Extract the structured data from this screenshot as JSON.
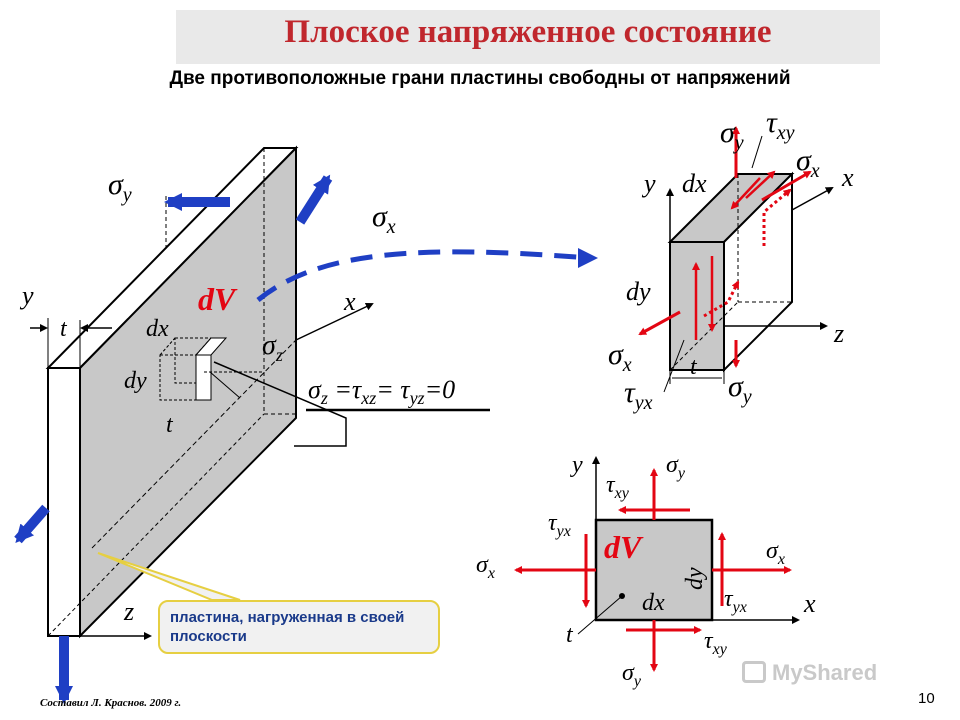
{
  "title": "Плоское напряженное состояние",
  "subtitle": "Две противоположные грани пластины  свободны от напряжений",
  "callout": "пластина, нагруженная в своей плоскости",
  "author": "Составил  Л. Краснов.  2009 г.",
  "page_number": "10",
  "watermark": "MyShared",
  "colors": {
    "title": "#c0272d",
    "accent_red": "#e30613",
    "blue": "#1f3fc4",
    "plate": "#c8c8c8"
  },
  "labels": {
    "sigma": "σ",
    "tau": "τ",
    "sub_x": "x",
    "sub_y": "y",
    "sub_z": "z",
    "sub_xy": "xy",
    "sub_yx": "yx",
    "sub_xz": "xz",
    "sub_yz": "yz",
    "axis_x": "x",
    "axis_y": "y",
    "axis_z": "z",
    "t": "t",
    "dx": "dx",
    "dy": "dy",
    "dV": "dV",
    "eq_a": " =",
    "eq_b": "=  ",
    "eq_c": "=0"
  }
}
